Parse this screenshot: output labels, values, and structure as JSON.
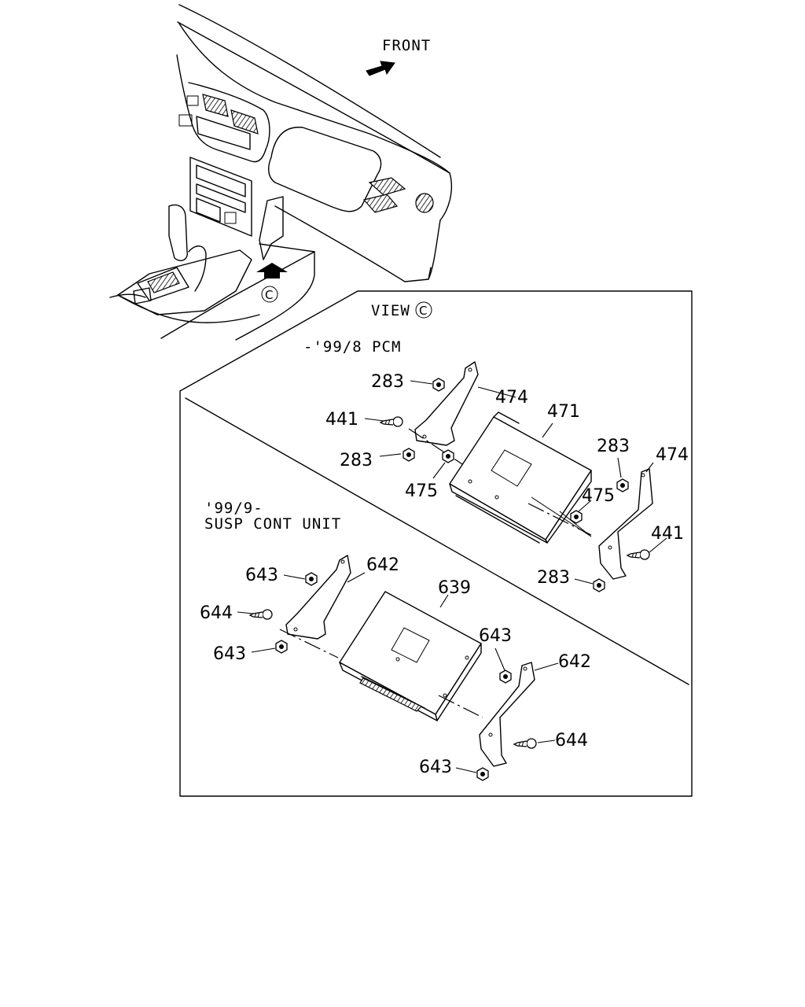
{
  "diagram": {
    "front_label": "FRONT",
    "view_ref": "C",
    "view_title": "VIEW",
    "section_pcm": {
      "caption": "-'99/8 PCM",
      "callouts": {
        "nut_top": "283",
        "bracket_left": "474",
        "screw_left": "441",
        "nut_left_lower": "283",
        "nut_left_center": "475",
        "module": "471",
        "nut_right_upper": "283",
        "bracket_right": "474",
        "nut_right_center": "475",
        "screw_right": "441",
        "nut_right_lower": "283"
      }
    },
    "section_susp": {
      "caption_line1": "'99/9-",
      "caption_line2": "SUSP CONT UNIT",
      "callouts": {
        "nut_top_left": "643",
        "bracket_left": "642",
        "screw_left": "644",
        "nut_left_lower": "643",
        "module": "639",
        "nut_right_upper": "643",
        "bracket_right": "642",
        "screw_right": "644",
        "nut_right_lower": "643"
      }
    }
  }
}
